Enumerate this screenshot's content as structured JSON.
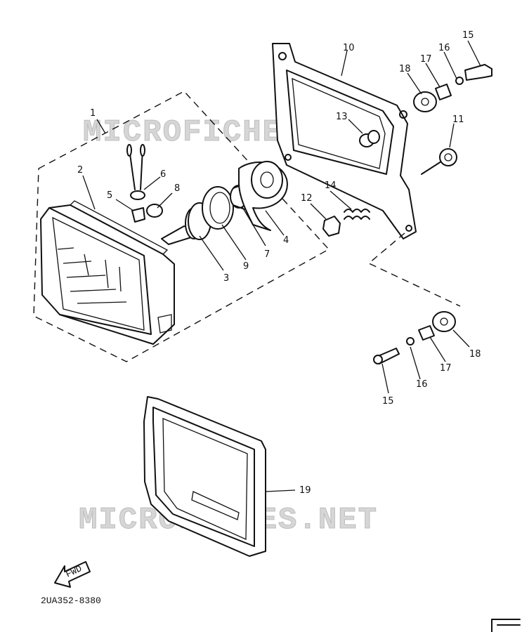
{
  "watermark": "MICROFICHES.NET",
  "diagram_code": "2UA352-8380",
  "fwd_label": "FWD",
  "labels": {
    "l1": "1",
    "l2": "2",
    "l3": "3",
    "l4": "4",
    "l5": "5",
    "l6": "6",
    "l7": "7",
    "l8": "8",
    "l9": "9",
    "l10": "10",
    "l11": "11",
    "l12": "12",
    "l13": "13",
    "l14": "14",
    "l15a": "15",
    "l16a": "16",
    "l17a": "17",
    "l18a": "18",
    "l15b": "15",
    "l16b": "16",
    "l17b": "17",
    "l18b": "18",
    "l19": "19"
  }
}
